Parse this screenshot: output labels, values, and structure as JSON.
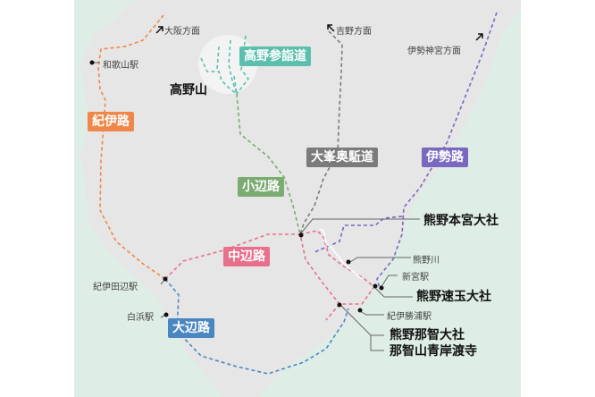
{
  "routes": [
    {
      "id": "kiiji",
      "label": "紀伊路",
      "color": "#f0874a"
    },
    {
      "id": "koyasan",
      "label": "高野参詣道",
      "color": "#5bbfae"
    },
    {
      "id": "kohechi",
      "label": "小辺路",
      "color": "#7aac72"
    },
    {
      "id": "omine",
      "label": "大峯奥駈道",
      "color": "#7b7b7b"
    },
    {
      "id": "iseji",
      "label": "伊勢路",
      "color": "#7a67c0"
    },
    {
      "id": "nakahechi",
      "label": "中辺路",
      "color": "#e9708c"
    },
    {
      "id": "ohechi",
      "label": "大辺路",
      "color": "#4a87c0"
    }
  ],
  "directions": {
    "osaka": "大阪方面",
    "yoshino": "吉野方面",
    "ise": "伊勢神宮方面"
  },
  "places": {
    "koyasan": "高野山",
    "wakayama_sta": "和歌山駅",
    "kiitanabe_sta": "紀伊田辺駅",
    "shirahama_sta": "白浜駅",
    "hongu": "熊野本宮大社",
    "kumanogawa": "熊野川",
    "shingu_sta": "新宮駅",
    "hayatama": "熊野速玉大社",
    "katsuura_sta": "紀伊勝浦駅",
    "nachi": "熊野那智大社",
    "seiganto": "那智山青岸渡寺"
  },
  "colors": {
    "land": "#e6e6e6",
    "sea": "#deede5"
  }
}
